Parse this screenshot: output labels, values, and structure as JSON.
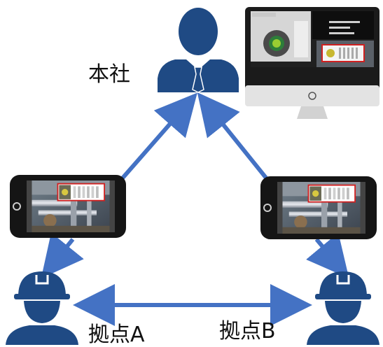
{
  "nodes": {
    "headquarters": {
      "label": "本社",
      "icon": "businessman-icon"
    },
    "site_a": {
      "label": "拠点A",
      "icon": "hardhat-worker-icon"
    },
    "site_b": {
      "label": "拠点B",
      "icon": "hardhat-worker-icon"
    }
  },
  "devices": {
    "hq_monitor": {
      "icon": "desktop-monitor-icon"
    },
    "phone_a": {
      "icon": "smartphone-icon"
    },
    "phone_b": {
      "icon": "smartphone-icon"
    }
  },
  "colors": {
    "arrow": "#4472c4",
    "person": "#1f4a84",
    "label_text": "#111111"
  }
}
